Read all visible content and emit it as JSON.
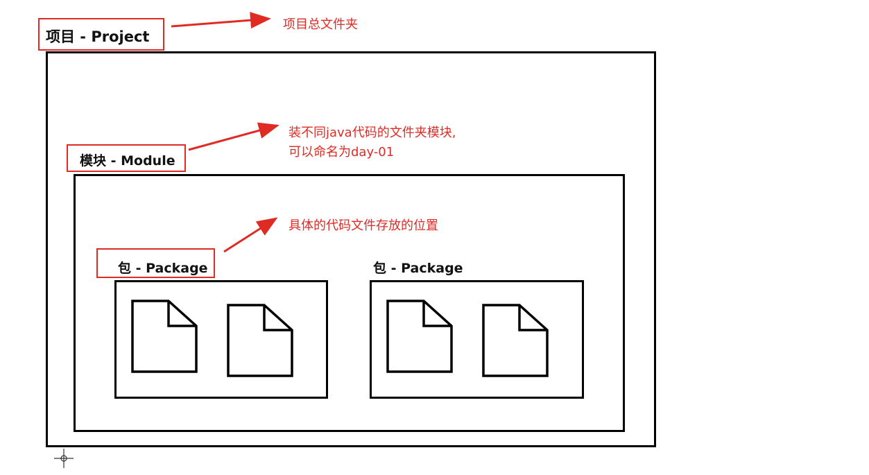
{
  "colors": {
    "annotation": "#e02a24",
    "outline": "#000000",
    "label": "#111111"
  },
  "project": {
    "label": "项目 - Project",
    "note": "项目总文件夹"
  },
  "module": {
    "label": "模块 - Module",
    "note_line1": "装不同java代码的文件夹模块,",
    "note_line2": "可以命名为day-01"
  },
  "packages": [
    {
      "label": "包 - Package",
      "note": "具体的代码文件存放的位置",
      "files": [
        "file-icon",
        "file-icon"
      ]
    },
    {
      "label": "包 - Package",
      "files": [
        "file-icon",
        "file-icon"
      ]
    }
  ],
  "icons": [
    "file-icon",
    "arrow-icon",
    "crosshair-icon"
  ]
}
